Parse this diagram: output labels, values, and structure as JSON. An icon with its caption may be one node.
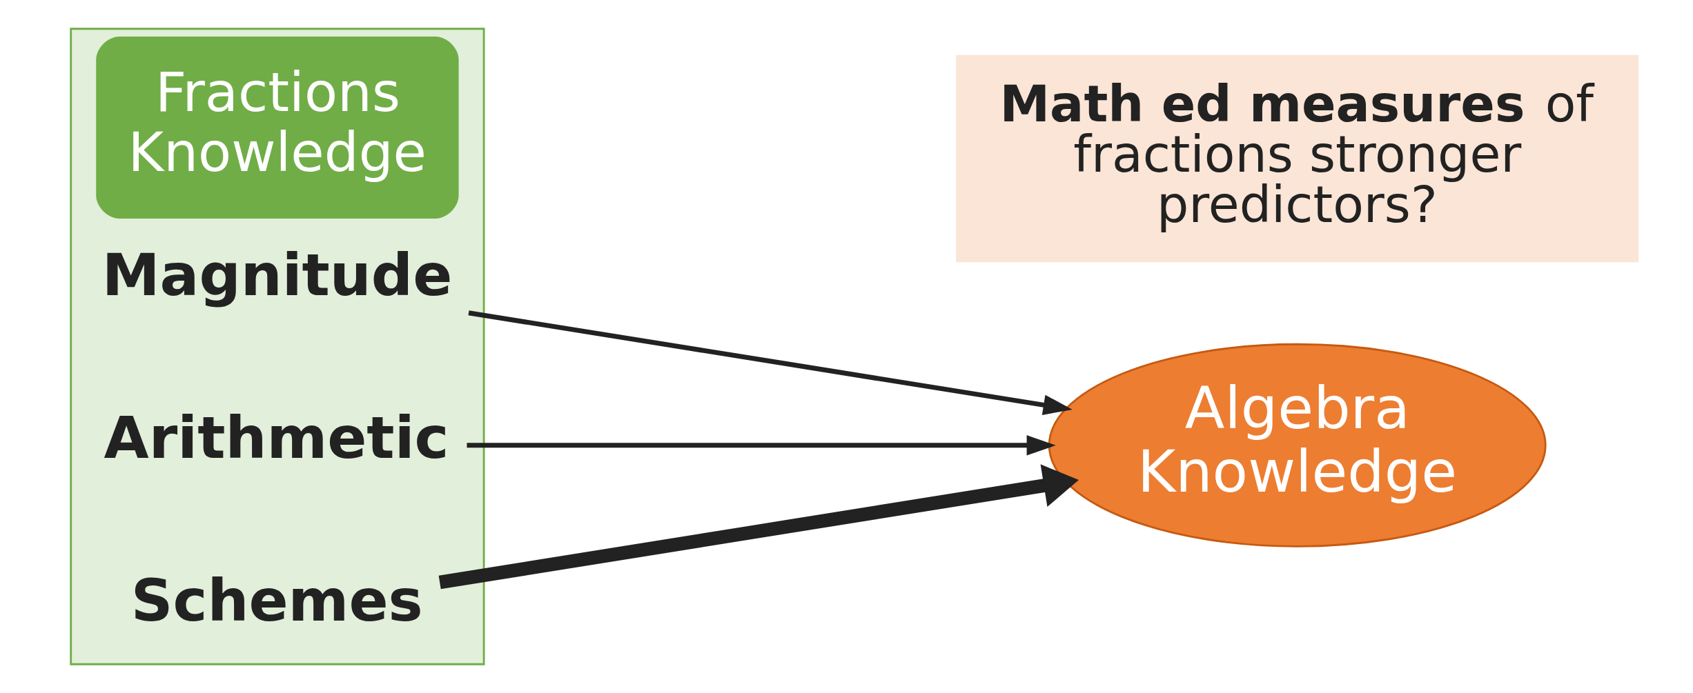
{
  "diagram": {
    "nodes": [
      {
        "text": [
          "Fractions Knowledge"
        ]
      },
      {
        "text": [
          "Magnitude"
        ],
        "in": 0
      },
      {
        "text": [
          "Arithmetic"
        ],
        "in": 0
      },
      {
        "text": [
          "Schemes"
        ],
        "in": 0
      },
      {
        "text": [
          "Algebra Knowledge"
        ]
      },
      {
        "text": [
          "**Math ed measures** of fractions stronger predictors?"
        ]
      }
    ],
    "edges": [
      {
        "from": 1,
        "to": 4,
        "arrow": "to"
      },
      {
        "from": 2,
        "to": 4,
        "arrow": "to"
      },
      {
        "from": 3,
        "to": 4,
        "arrow": "to",
        "style": "thick"
      }
    ]
  }
}
